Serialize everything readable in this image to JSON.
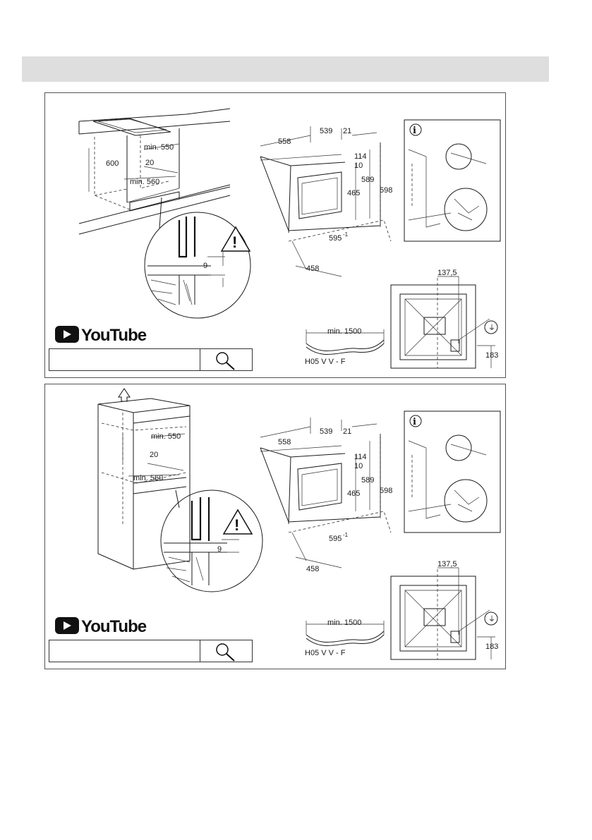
{
  "panels": [
    {
      "id": "built-under-hob",
      "niche": {
        "height": "600",
        "depth_min": "min. 550",
        "gap": "20",
        "width_min": "min. 560"
      },
      "detail": {
        "gap": "9"
      },
      "oven": {
        "depth_total": "558",
        "depth_body": "539",
        "front": "21",
        "top_panel": "114",
        "top_gap": "10",
        "body_height": "465",
        "height_inner": "589",
        "height_total": "598",
        "width": "595",
        "width_tolerance": "-1",
        "side_depth": "458"
      },
      "cable": {
        "length": "min. 1500",
        "type": "H05 V V - F"
      },
      "back_view": {
        "offset_x": "137,5",
        "offset_y": "183"
      },
      "youtube": {
        "logo_text": "YouTube"
      }
    },
    {
      "id": "built-in-column",
      "niche": {
        "depth_min": "min. 550",
        "gap": "20",
        "width_min": "min. 560"
      },
      "detail": {
        "gap": "9"
      },
      "oven": {
        "depth_total": "558",
        "depth_body": "539",
        "front": "21",
        "top_panel": "114",
        "top_gap": "10",
        "body_height": "465",
        "height_inner": "589",
        "height_total": "598",
        "width": "595",
        "width_tolerance": "-1",
        "side_depth": "458"
      },
      "cable": {
        "length": "min. 1500",
        "type": "H05 V V - F"
      },
      "back_view": {
        "offset_x": "137,5",
        "offset_y": "183"
      },
      "youtube": {
        "logo_text": "YouTube"
      }
    }
  ],
  "icons": {
    "info": "info-icon",
    "warning": "warning-triangle-icon",
    "search": "magnifier-icon",
    "youtube": "youtube-play-icon",
    "ground": "earth-symbol-icon",
    "up_arrow": "up-arrow-icon"
  },
  "colors": {
    "header_bar": "#dedede",
    "line": "#1a1a1a",
    "youtube_badge": "#111111"
  }
}
